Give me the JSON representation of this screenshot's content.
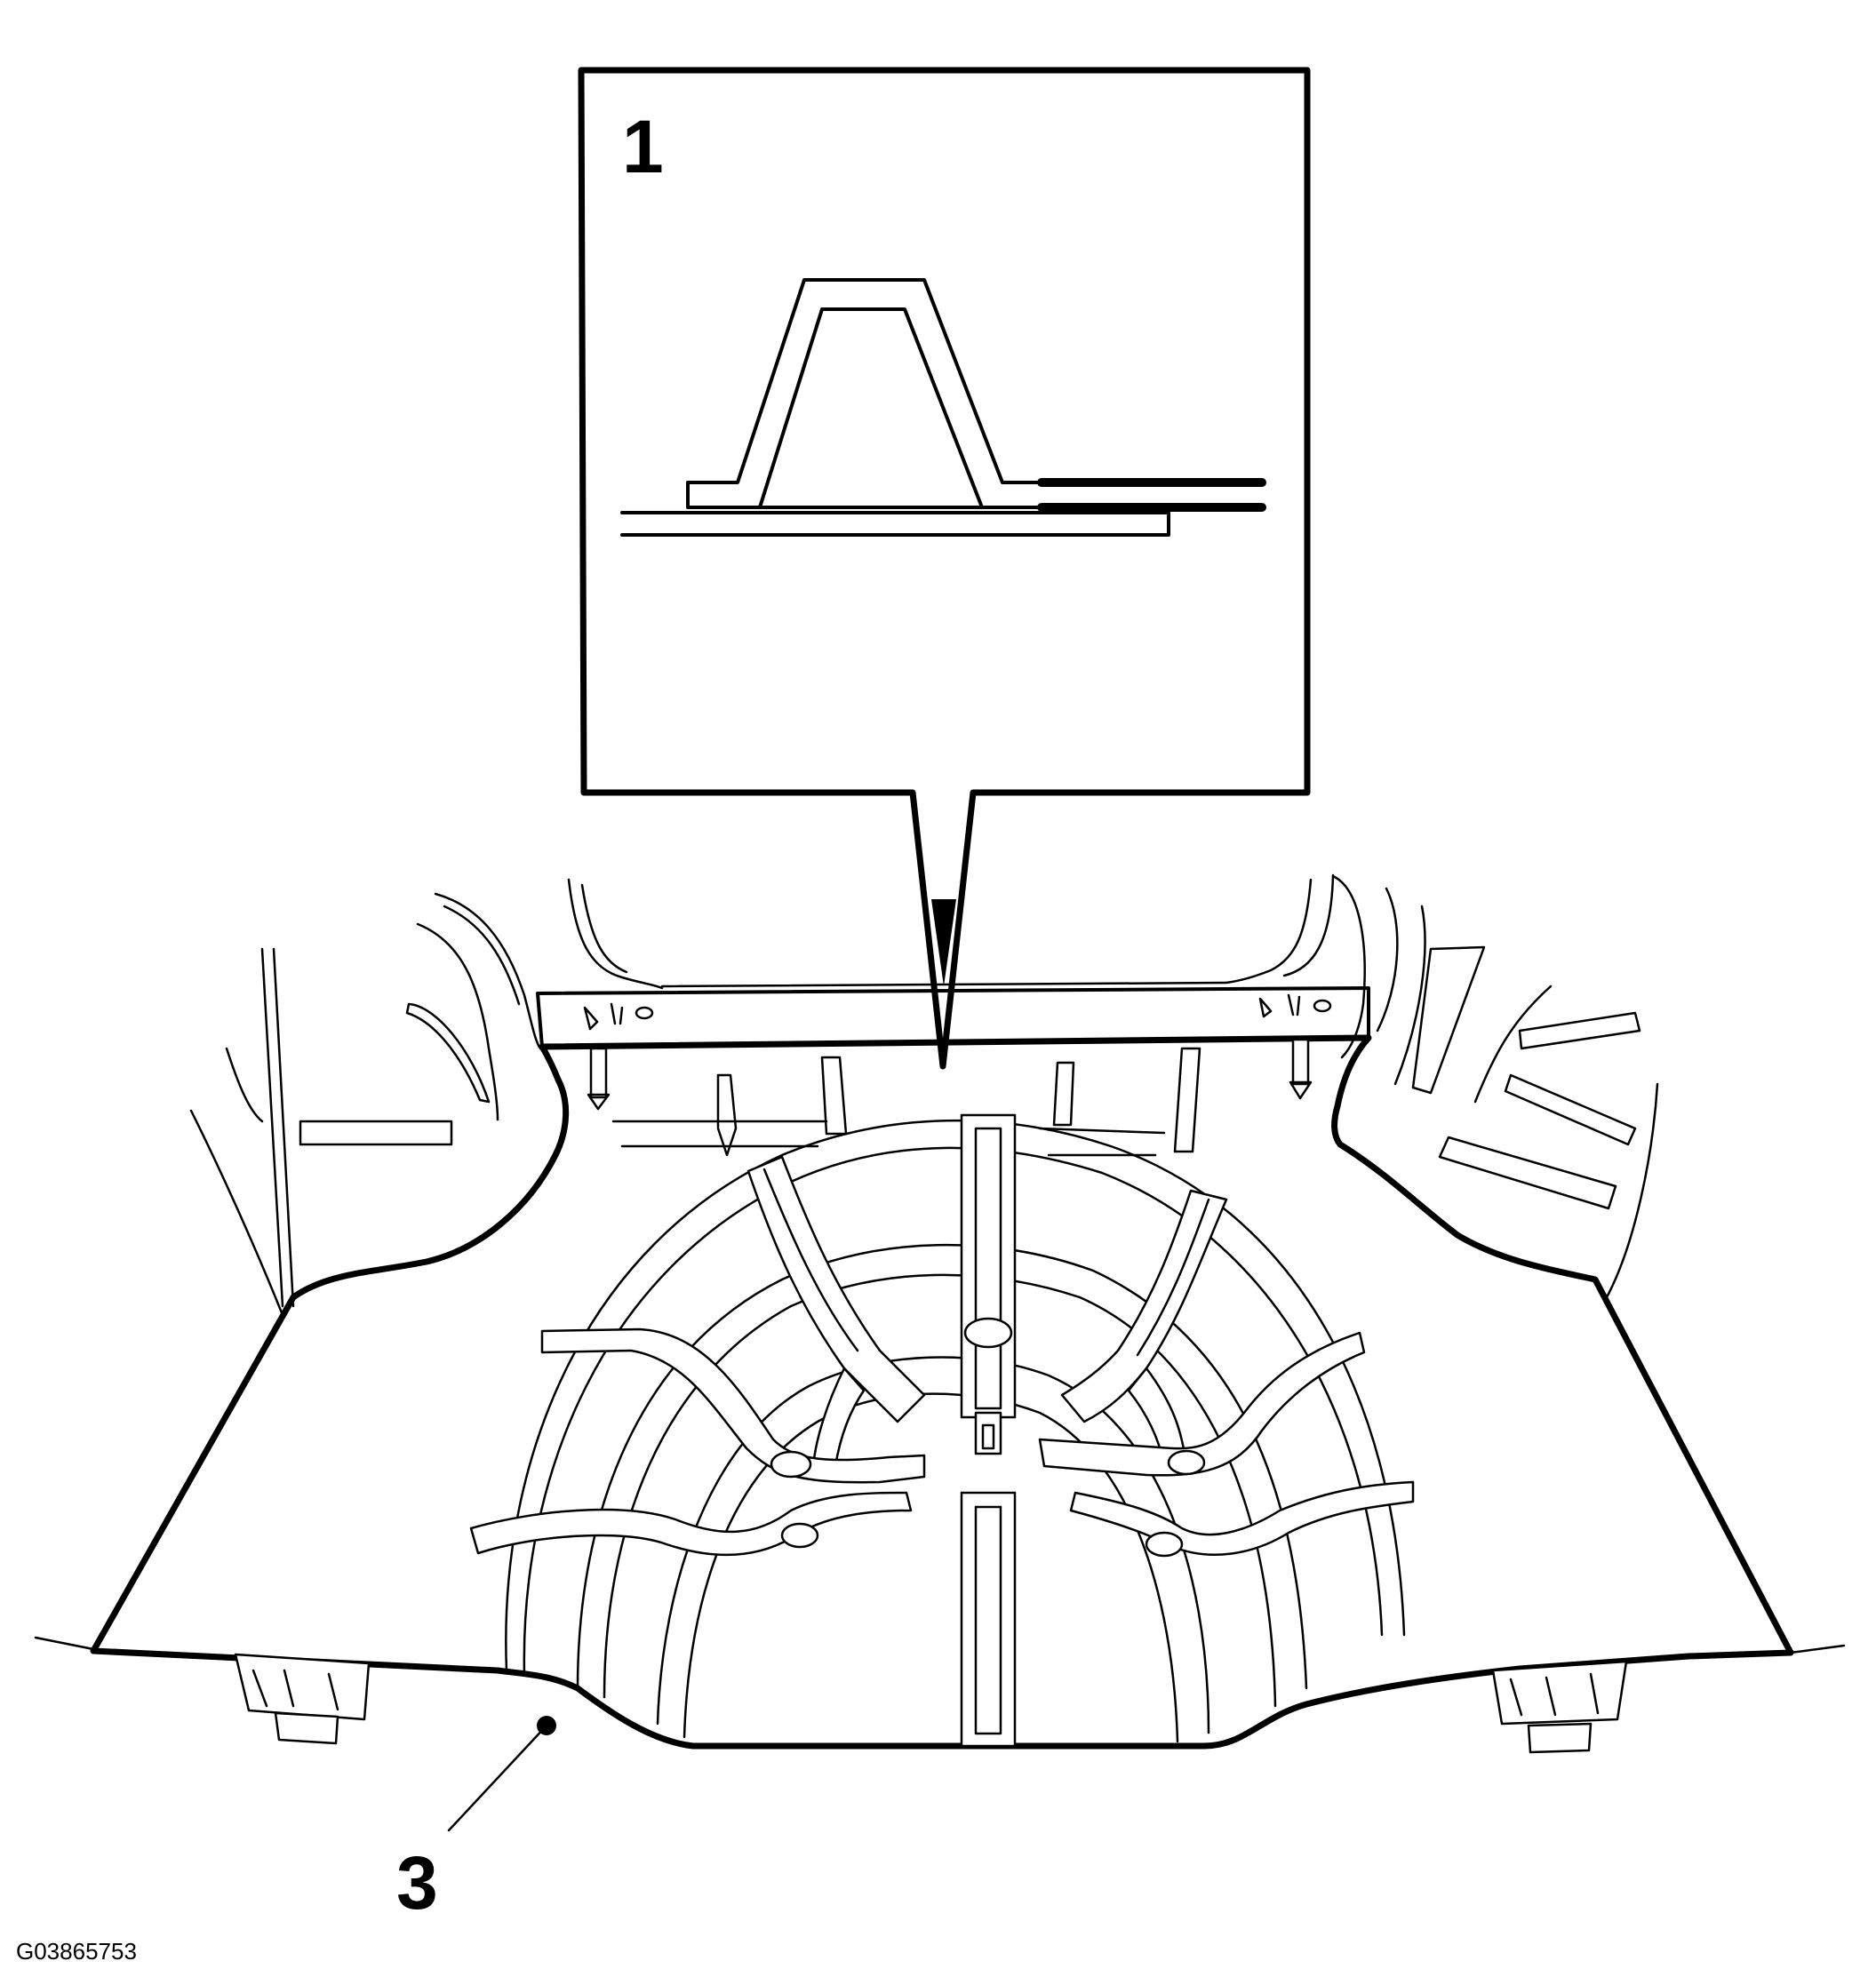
{
  "callouts": {
    "detail_label": "1",
    "part_label": "3"
  },
  "figure_id": "G03865753",
  "colors": {
    "line": "#000000",
    "background": "#ffffff"
  }
}
